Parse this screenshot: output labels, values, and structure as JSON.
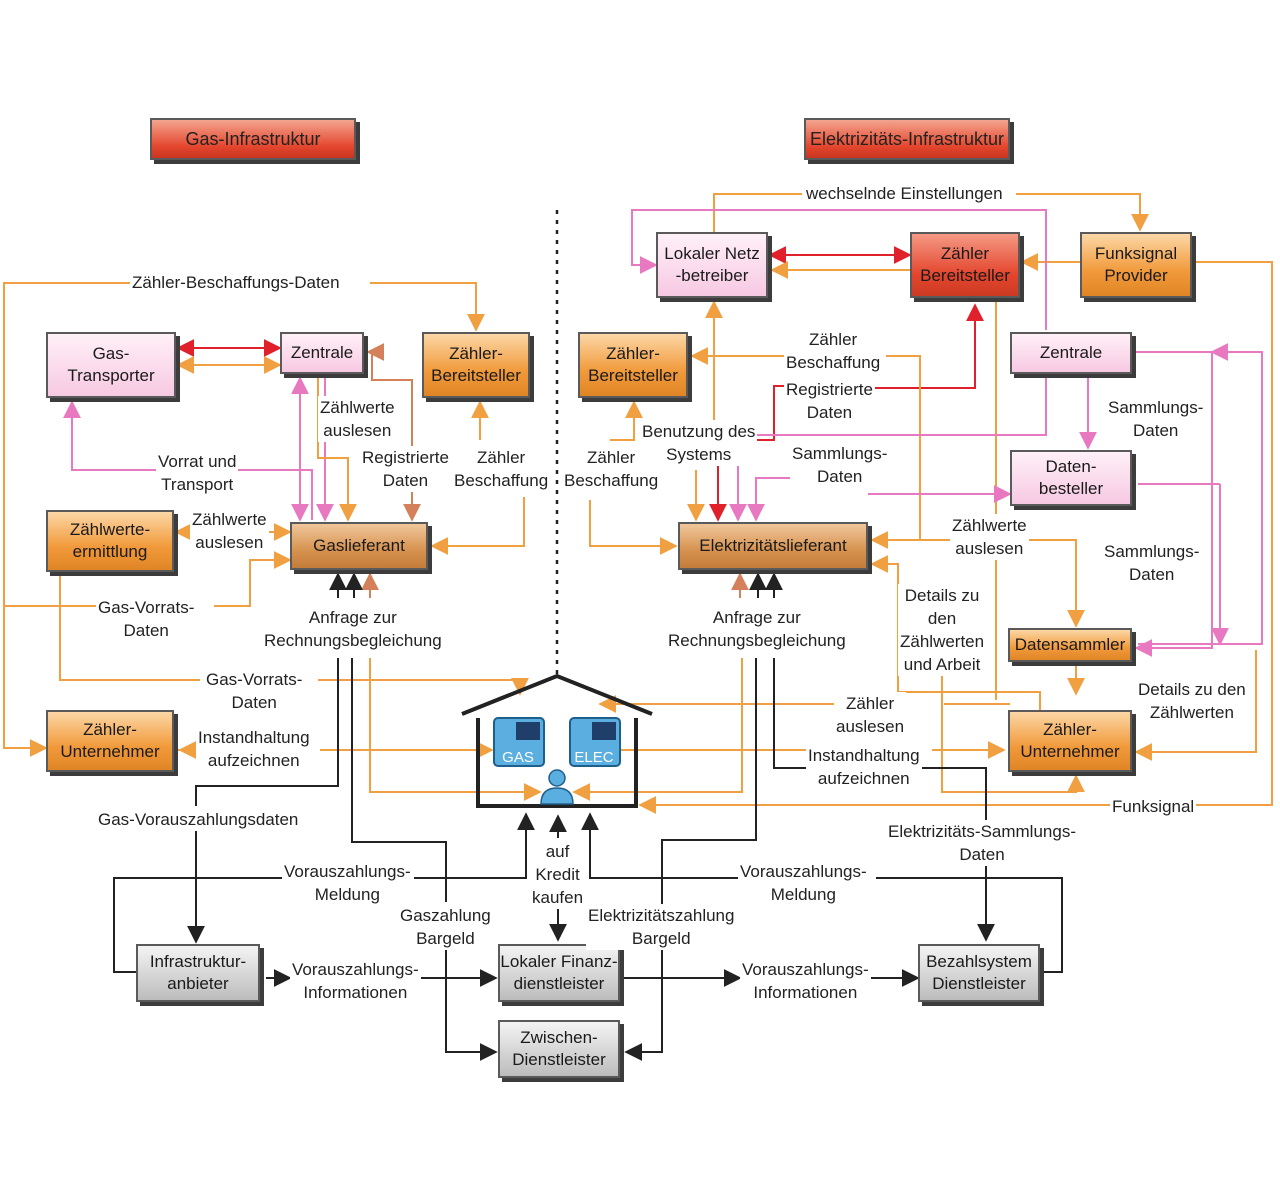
{
  "headers": {
    "gas": "Gas-Infrastruktur",
    "elec": "Elektrizitäts-Infrastruktur"
  },
  "nodes": {
    "gas_transporter": "Gas-\nTransporter",
    "zentrale_gas": "Zentrale",
    "zaehler_bereitsteller_gas": "Zähler-\nBereitsteller",
    "zaehlwerte_ermittlung": "Zählwerte-\nermittlung",
    "gaslieferant": "Gaslieferant",
    "zaehler_unternehmer_gas": "Zähler-\nUnternehmer",
    "lokaler_netzbetreiber": "Lokaler Netz\n-betreiber",
    "zaehler_bereitsteller_red": "Zähler\nBereitsteller",
    "funksignal_provider": "Funksignal\nProvider",
    "zaehler_bereitsteller_elec": "Zähler-\nBereitsteller",
    "zentrale_elec": "Zentrale",
    "datenbesteller": "Daten-\nbesteller",
    "elektrizitaetslieferant": "Elektrizitätslieferant",
    "datensammler": "Datensammler",
    "zaehler_unternehmer_elec": "Zähler-\nUnternehmer",
    "infrastrukturanbieter": "Infrastruktur-\nanbieter",
    "lokaler_finanzdienstleister": "Lokaler Finanz-\ndienstleister",
    "zwischen_dienstleister": "Zwischen-\nDienstleister",
    "bezahlsystem_dienstleister": "Bezahlsystem\nDienstleister"
  },
  "house": {
    "gas_meter": "GAS",
    "elec_meter": "ELEC"
  },
  "labels": {
    "zaehler_beschaffungs_daten": "Zähler-Beschaffungs-Daten",
    "zaehlwerte_auslesen_gas": "Zählwerte\nauslesen",
    "registrierte_daten_gas": "Registrierte\nDaten",
    "zaehler_beschaffung_gas": "Zähler\nBeschaffung",
    "vorrat_und_transport": "Vorrat und\nTransport",
    "zaehlwerte_auslesen_gas2": "Zählwerte\nauslesen",
    "gas_vorrats_daten_1": "Gas-Vorrats-\nDaten",
    "anfrage_gas": "Anfrage zur\nRechnungsbegleichung",
    "gas_vorrats_daten_2": "Gas-Vorrats-\nDaten",
    "instandhaltung_gas": "Instandhaltung\naufzeichnen",
    "gas_vorauszahlungsdaten": "Gas-Vorauszahlungsdaten",
    "wechselnde_einstellungen": "wechselnde Einstellungen",
    "zaehler_beschaffung_elec_top": "Zähler\nBeschaffung",
    "registrierte_daten_elec": "Registrierte\nDaten",
    "benutzung_des_systems": "Benutzung des\nSystems",
    "zaehler_beschaffung_elec": "Zähler\nBeschaffung",
    "sammlungs_daten_1": "Sammlungs-\nDaten",
    "sammlungs_daten_2": "Sammlungs-\nDaten",
    "zaehlwerte_auslesen_elec": "Zählwerte\nauslesen",
    "sammlungs_daten_3": "Sammlungs-\nDaten",
    "details_zaehlwerte_arbeit": "Details zu\nden\nZählwerten\nund Arbeit",
    "anfrage_elec": "Anfrage zur\nRechnungsbegleichung",
    "zaehler_auslesen": "Zähler\nauslesen",
    "details_zaehlwerten": "Details zu den\nZählwerten",
    "instandhaltung_elec": "Instandhaltung\naufzeichnen",
    "funksignal": "Funksignal",
    "elektrizitaets_sammlungs_daten": "Elektrizitäts-Sammlungs-\nDaten",
    "vorauszahlungs_meldung_left": "Vorauszahlungs-\nMeldung",
    "gaszahlung_bargeld": "Gaszahlung\nBargeld",
    "auf_kredit_kaufen": "auf\nKredit\nkaufen",
    "elektrizitaetszahlung_bargeld": "Elektrizitätszahlung\nBargeld",
    "vorauszahlungs_meldung_right": "Vorauszahlungs-\nMeldung",
    "vorauszahlungs_info_left": "Vorauszahlungs-\nInformationen",
    "vorauszahlungs_info_right": "Vorauszahlungs-\nInformationen"
  },
  "colors": {
    "orange_arrow": "#f0a040",
    "pink_arrow": "#e879c0",
    "red_arrow": "#e0202a",
    "brown_arrow": "#d4805a",
    "black_arrow": "#222222",
    "meter_blue": "#5aaee0"
  }
}
